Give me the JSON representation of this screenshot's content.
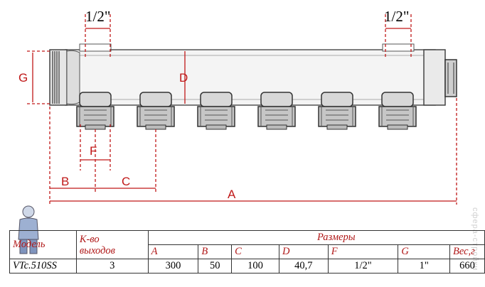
{
  "labels": {
    "half_inch_left": "1/2\"",
    "half_inch_right": "1/2\"",
    "G": "G",
    "D": "D",
    "F": "F",
    "B": "B",
    "C": "C",
    "A": "A"
  },
  "table": {
    "model_header": "Модель",
    "outlets_header_line1": "К-во",
    "outlets_header_line2": "выходов",
    "sizes_header": "Размеры",
    "columns": [
      "A",
      "B",
      "C",
      "D",
      "F",
      "G",
      "Вес,г"
    ],
    "row": {
      "model": "VTc.510SS",
      "outlets": "3",
      "A": "300",
      "B": "50",
      "C": "100",
      "D": "40,7",
      "F": "1/2\"",
      "G": "1\"",
      "weight": "660"
    }
  },
  "watermark": "сфера-стройки",
  "colors": {
    "dimension": "#c01818",
    "header_text": "#b01818"
  }
}
